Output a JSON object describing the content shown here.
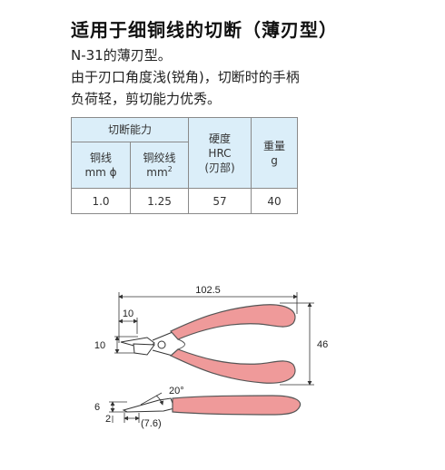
{
  "title": "适用于细铜线的切断（薄刃型）",
  "description": {
    "line1": "N-31的薄刃型。",
    "line2": "由于刃口角度浅(锐角)，切断时的手柄",
    "line3": "负荷轻，剪切能力优秀。"
  },
  "table": {
    "cutting_capacity": "切断能力",
    "copper_wire": "铜线",
    "copper_wire_unit": "mm ϕ",
    "stranded_wire": "铜绞线",
    "stranded_wire_unit": "mm",
    "stranded_wire_unit_exp": "2",
    "hardness": "硬度",
    "hardness_scale": "HRC",
    "hardness_part": "(刃部)",
    "weight": "重量",
    "weight_unit": "g",
    "values": {
      "copper_wire": "1.0",
      "stranded_wire": "1.25",
      "hardness": "57",
      "weight": "40"
    }
  },
  "drawing": {
    "overall_length": "102.5",
    "jaw_length": "10",
    "jaw_height": "10",
    "height": "46",
    "angle": "20°",
    "tip_thickness": "6",
    "tip_offset": "2",
    "tip_length": "(7.6)",
    "handle_color": "#ef9a9a",
    "handle_outline": "#555555"
  }
}
